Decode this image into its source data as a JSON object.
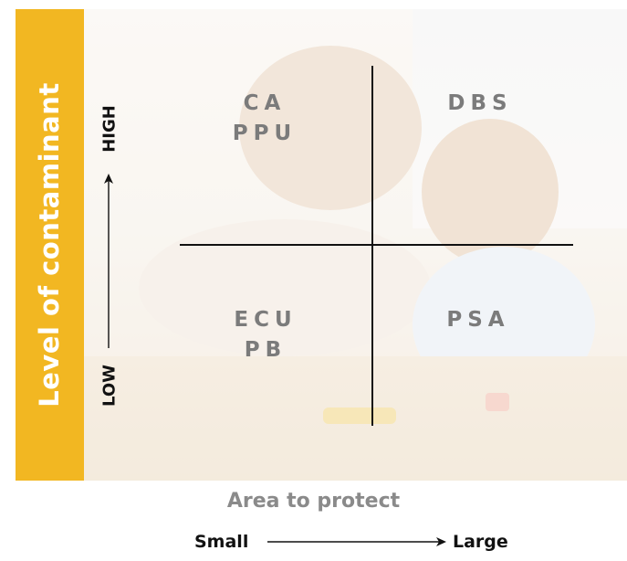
{
  "y_axis": {
    "title": "Level of contaminant",
    "high_label": "HIGH",
    "low_label": "LOW"
  },
  "x_axis": {
    "title": "Area to protect",
    "small_label": "Small",
    "large_label": "Large"
  },
  "quadrants": {
    "top_left": {
      "line1": "CA",
      "line2": "PPU"
    },
    "top_right": {
      "line1": "DBS"
    },
    "bottom_left": {
      "line1": "ECU",
      "line2": "PB"
    },
    "bottom_right": {
      "line1": "PSA"
    }
  },
  "colors": {
    "accent": "#f2b722",
    "quadrant_text": "#7b7b7b",
    "x_title": "#8a8a8a",
    "lines": "#111111"
  }
}
